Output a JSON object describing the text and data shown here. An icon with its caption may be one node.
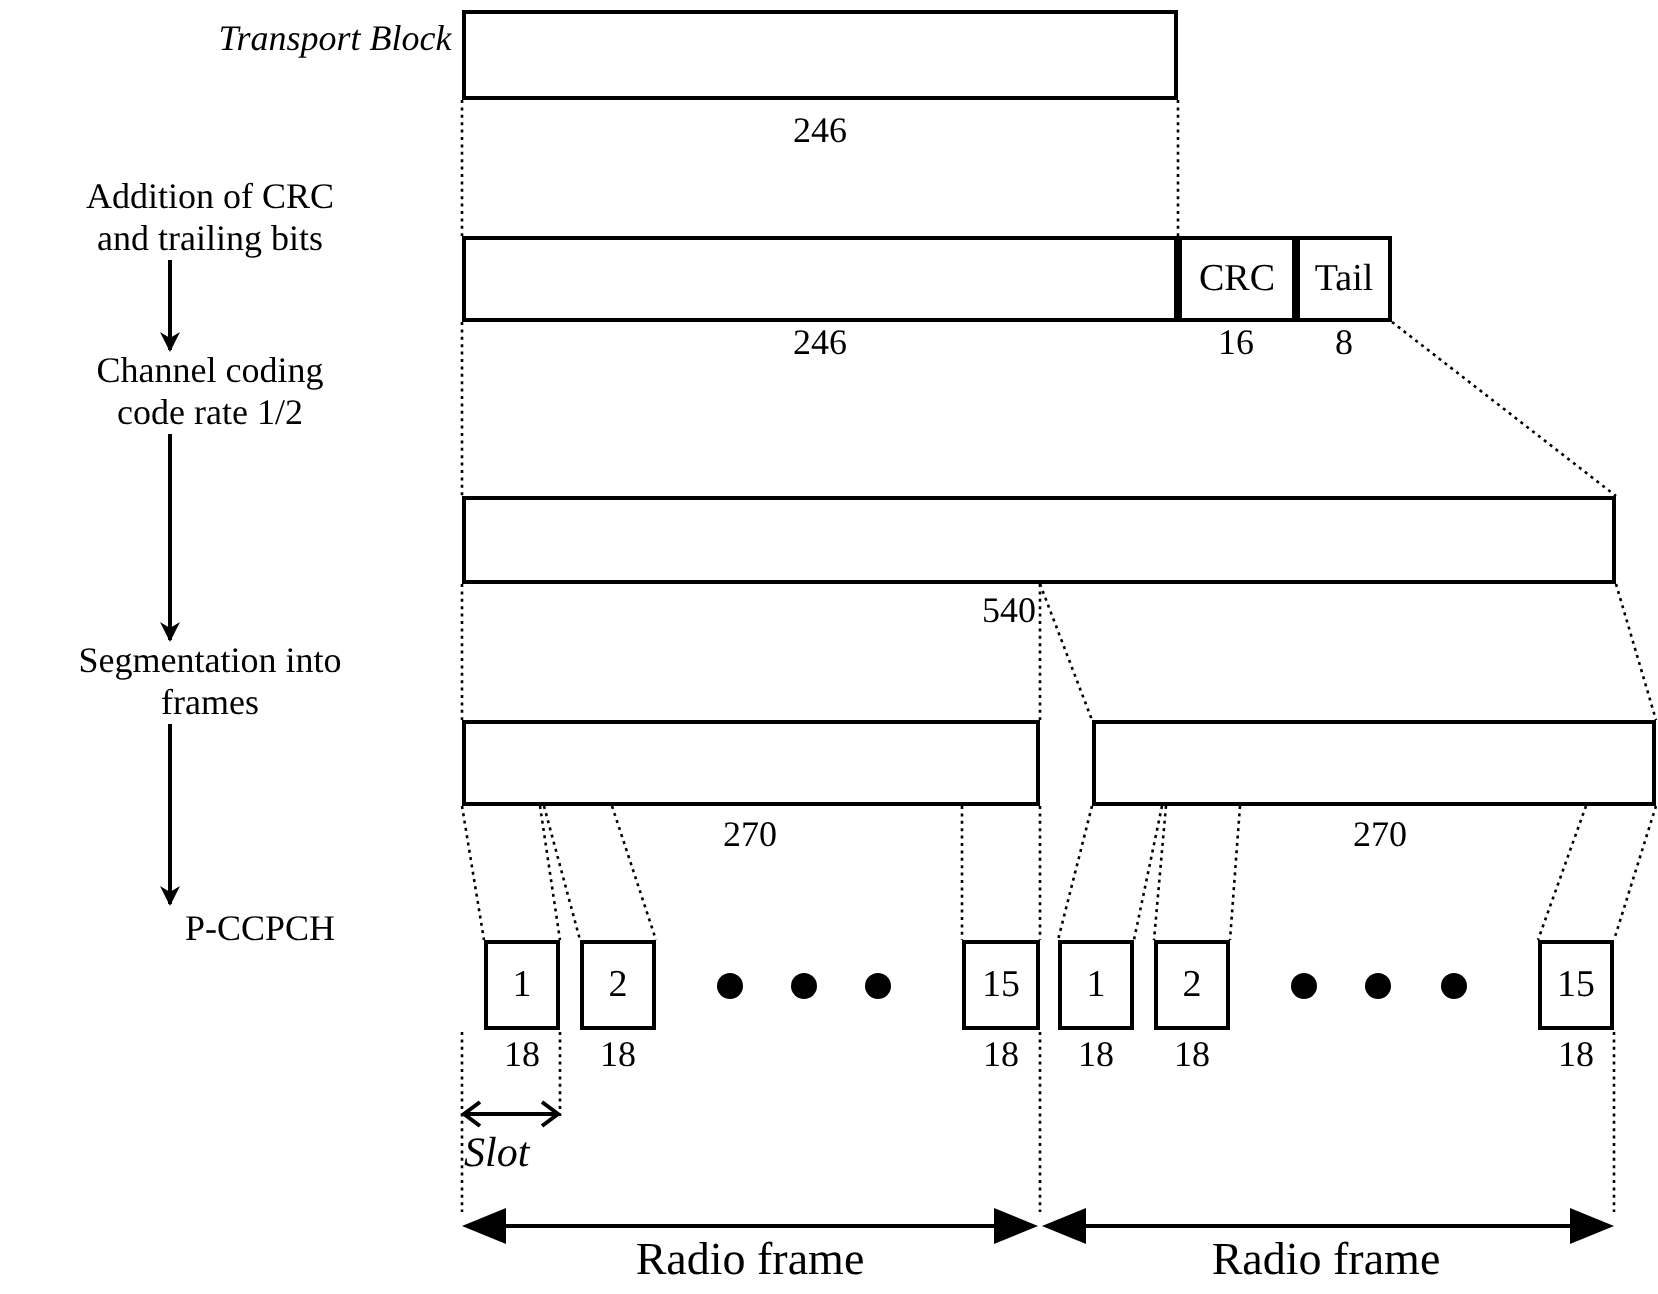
{
  "diagram": {
    "nodes": [
      {
        "text": [
          "Transport Block"
        ]
      },
      {
        "text": [],
        "shape": "box",
        "beside": [
          "246"
        ]
      },
      {
        "text": [
          "Addition of CRC and trailing bits"
        ]
      },
      {
        "text": [],
        "shape": "box",
        "beside": [
          "246"
        ]
      },
      {
        "text": [
          "CRC"
        ],
        "beside": [
          "16"
        ]
      },
      {
        "text": [
          "Tail"
        ],
        "beside": [
          "8"
        ]
      },
      {
        "text": [
          "Channel coding code rate 1/2"
        ]
      },
      {
        "text": [],
        "shape": "box",
        "beside": [
          "540"
        ]
      },
      {
        "text": [
          "Segmentation into frames"
        ]
      },
      {
        "text": [],
        "shape": "box",
        "beside": [
          "270"
        ]
      },
      {
        "text": [],
        "shape": "box",
        "beside": [
          "270"
        ]
      },
      {
        "text": [
          "P-CCPCH"
        ]
      },
      {
        "text": [
          "1"
        ],
        "beside": [
          "18"
        ]
      },
      {
        "text": [
          "2"
        ],
        "beside": [
          "18"
        ]
      },
      {
        "text": [
          "15"
        ],
        "beside": [
          "18"
        ]
      },
      {
        "text": [
          "1"
        ],
        "beside": [
          "18"
        ]
      },
      {
        "text": [
          "2"
        ],
        "beside": [
          "18"
        ]
      },
      {
        "text": [
          "15"
        ],
        "beside": [
          "18"
        ]
      }
    ],
    "edges": [
      {
        "from": 2,
        "to": 6,
        "arrow": "to"
      },
      {
        "from": 6,
        "to": 8,
        "arrow": "to"
      },
      {
        "from": 8,
        "to": 11,
        "arrow": "to"
      },
      {
        "from": 1,
        "to": 3,
        "arrow": "none",
        "style": "dashed"
      },
      {
        "from": 1,
        "to": 3,
        "arrow": "none",
        "style": "dashed"
      },
      {
        "from": 3,
        "to": 7,
        "arrow": "none",
        "style": "dashed"
      },
      {
        "from": 5,
        "to": 7,
        "arrow": "none",
        "style": "dashed"
      },
      {
        "from": 7,
        "to": 9,
        "arrow": "none",
        "style": "dashed"
      },
      {
        "from": 7,
        "to": 9,
        "arrow": "none",
        "style": "dashed"
      },
      {
        "from": 7,
        "to": 10,
        "arrow": "none",
        "style": "dashed"
      },
      {
        "from": 7,
        "to": 10,
        "arrow": "none",
        "style": "dashed"
      },
      {
        "from": 9,
        "to": 12,
        "arrow": "none",
        "style": "dashed"
      },
      {
        "from": 9,
        "to": 12,
        "arrow": "none",
        "style": "dashed"
      },
      {
        "from": 9,
        "to": 13,
        "arrow": "none",
        "style": "dashed"
      },
      {
        "from": 9,
        "to": 13,
        "arrow": "none",
        "style": "dashed"
      },
      {
        "from": 9,
        "to": 14,
        "arrow": "none",
        "style": "dashed"
      },
      {
        "from": 9,
        "to": 14,
        "arrow": "none",
        "style": "dashed"
      },
      {
        "from": 10,
        "to": 15,
        "arrow": "none",
        "style": "dashed"
      },
      {
        "from": 10,
        "to": 15,
        "arrow": "none",
        "style": "dashed"
      },
      {
        "from": 10,
        "to": 16,
        "arrow": "none",
        "style": "dashed"
      },
      {
        "from": 10,
        "to": 16,
        "arrow": "none",
        "style": "dashed"
      },
      {
        "from": 10,
        "to": 17,
        "arrow": "none",
        "style": "dashed"
      },
      {
        "from": 10,
        "to": 17,
        "arrow": "none",
        "style": "dashed"
      }
    ],
    "labels": [
      "Slot",
      "Radio frame",
      "Radio frame"
    ]
  }
}
